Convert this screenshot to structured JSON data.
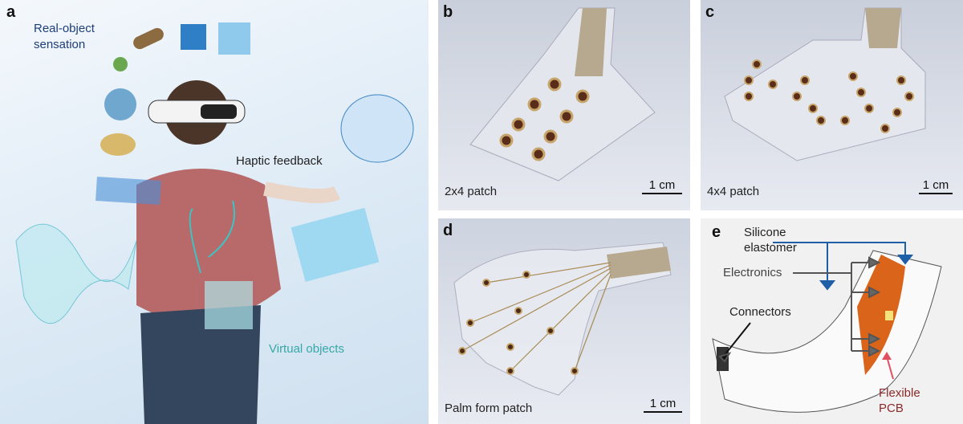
{
  "panels": {
    "a": {
      "label": "a",
      "real_object": "Real-object sensation",
      "haptic": "Haptic feedback",
      "virtual": "Virtual objects"
    },
    "b": {
      "label": "b",
      "caption": "2x4 patch",
      "scale": "1 cm"
    },
    "c": {
      "label": "c",
      "caption": "4x4 patch",
      "scale": "1 cm"
    },
    "d": {
      "label": "d",
      "caption": "Palm form patch",
      "scale": "1 cm"
    },
    "e": {
      "label": "e",
      "silicone": "Silicone elastomer",
      "electronics": "Electronics",
      "connectors": "Connectors",
      "pcb": "Flexible PCB"
    }
  },
  "colors": {
    "arrow_blue": "#1f5fa8",
    "pcb_red": "#8b2a2a",
    "pcb_orange": "#d9641a"
  }
}
